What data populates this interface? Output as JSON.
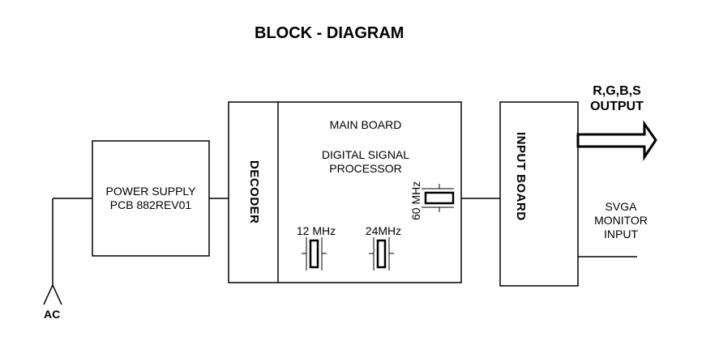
{
  "title": "BLOCK - DIAGRAM",
  "blocks": {
    "power_supply": {
      "line1": "POWER SUPPLY",
      "line2": "PCB 882REV01"
    },
    "decoder": {
      "label": "DECODER"
    },
    "main_board": {
      "label": "MAIN BOARD",
      "dsp_line1": "DIGITAL SIGNAL",
      "dsp_line2": "PROCESSOR",
      "crystals": [
        {
          "label": "12 MHz"
        },
        {
          "label": "24MHz"
        },
        {
          "label": "60 MHz"
        }
      ]
    },
    "input_board": {
      "label": "INPUT BOARD"
    }
  },
  "io": {
    "ac_label": "AC",
    "output_line1": "R,G,B,S",
    "output_line2": "OUTPUT",
    "svga_line1": "SVGA",
    "svga_line2": "MONITOR",
    "svga_line3": "INPUT"
  },
  "colors": {
    "stroke": "#000000",
    "background": "#ffffff"
  }
}
